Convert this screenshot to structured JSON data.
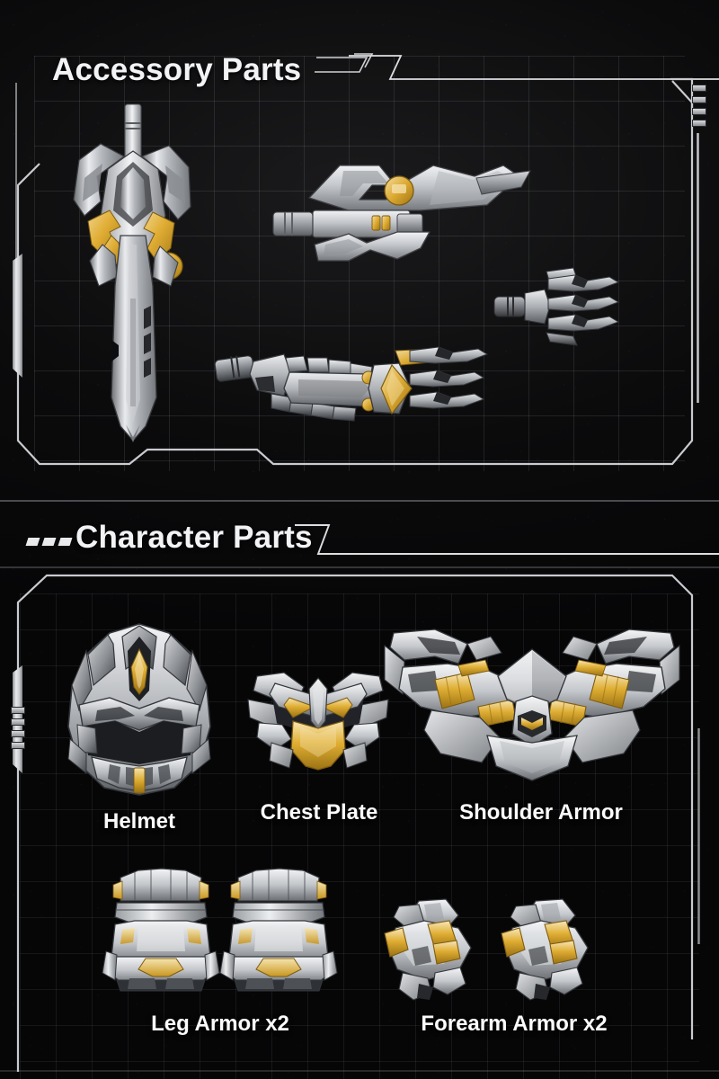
{
  "page": {
    "background_color": "#070708",
    "accent_color": "#d9dade",
    "gold_color": "#e3b23c",
    "silver_color": "#cfd2d6"
  },
  "sections": [
    {
      "id": "accessory",
      "title": "Accessory Parts",
      "has_dashes": false,
      "items": [
        {
          "name": "greatsword",
          "label": ""
        },
        {
          "name": "rifle-weapon",
          "label": ""
        },
        {
          "name": "robotic-arm",
          "label": ""
        },
        {
          "name": "claw-hand",
          "label": ""
        }
      ]
    },
    {
      "id": "character",
      "title": "Character Parts",
      "has_dashes": true,
      "items": [
        {
          "name": "helmet",
          "label": "Helmet"
        },
        {
          "name": "chest-plate",
          "label": "Chest Plate"
        },
        {
          "name": "shoulder-armor",
          "label": "Shoulder Armor"
        },
        {
          "name": "leg-armor",
          "label": "Leg Armor x2"
        },
        {
          "name": "forearm-armor",
          "label": "Forearm Armor x2"
        }
      ]
    }
  ]
}
